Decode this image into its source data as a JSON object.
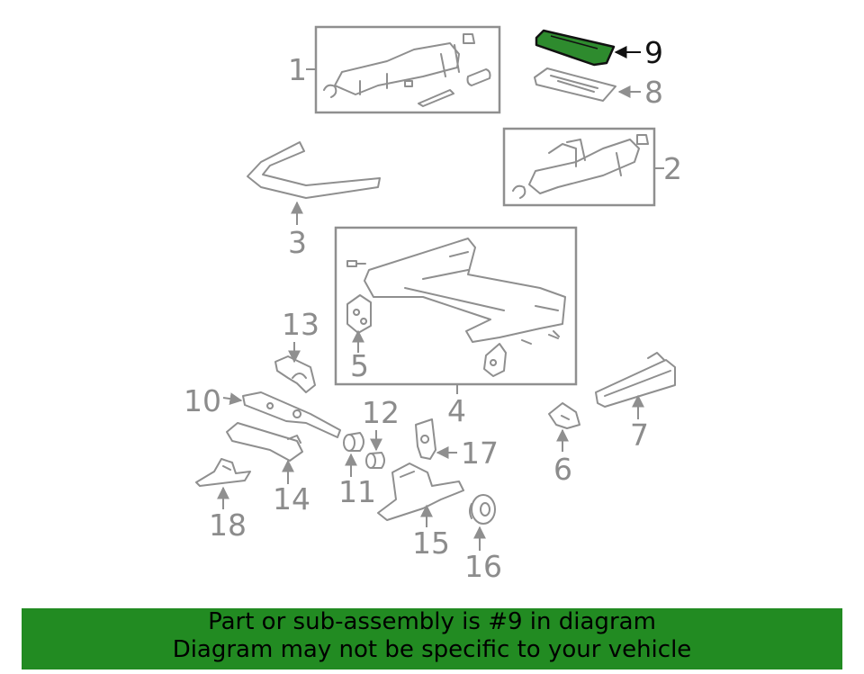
{
  "highlight_color": "#2e8b2e",
  "banner_color": "#228b22",
  "callouts": {
    "c1": "1",
    "c2": "2",
    "c3": "3",
    "c4": "4",
    "c5": "5",
    "c6": "6",
    "c7": "7",
    "c8": "8",
    "c9": "9",
    "c10": "10",
    "c11": "11",
    "c12": "12",
    "c13": "13",
    "c14": "14",
    "c15": "15",
    "c16": "16",
    "c17": "17",
    "c18": "18"
  },
  "banner": {
    "line1": "Part or sub-assembly is #9 in diagram",
    "line2": "Diagram may not be specific to your vehicle"
  }
}
